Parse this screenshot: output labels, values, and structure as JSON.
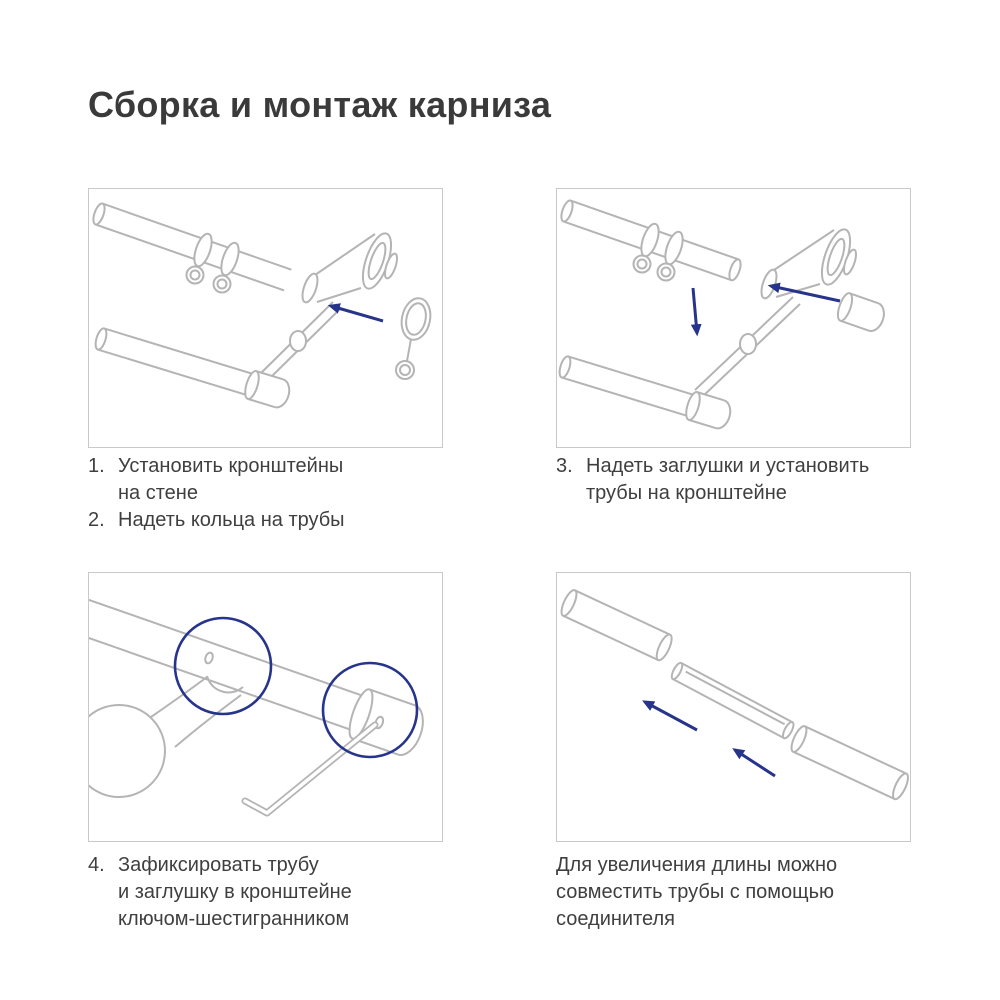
{
  "page": {
    "title": "Сборка и монтаж карниза"
  },
  "captions": {
    "p1": {
      "items": [
        {
          "num": "1.",
          "text": "Установить кронштейны\nна стене"
        },
        {
          "num": "2.",
          "text": "Надеть кольца на трубы"
        }
      ]
    },
    "p2": {
      "items": [
        {
          "num": "3.",
          "text": "Надеть заглушки и установить\nтрубы на кронштейне"
        }
      ]
    },
    "p3": {
      "items": [
        {
          "num": "4.",
          "text": "Зафиксировать трубу\nи заглушку в кронштейне\nключом-шестигранником"
        }
      ]
    },
    "p4": {
      "text": "Для увеличения длины можно\nсовместить трубы с помощью\nсоединителя"
    }
  },
  "illustrations": {
    "p1": "rod-with-rings-and-wall-bracket",
    "p2": "end-cap-and-rod-mounting-on-bracket",
    "p3": "fixing-cap-with-hex-key-closeup",
    "p4": "joining-two-tubes-with-connector"
  },
  "colors": {
    "accent_blue": "#27348b",
    "line_gray": "#b4b4b4",
    "text": "#3f3f3f",
    "panel_border": "#c9c9c9"
  }
}
